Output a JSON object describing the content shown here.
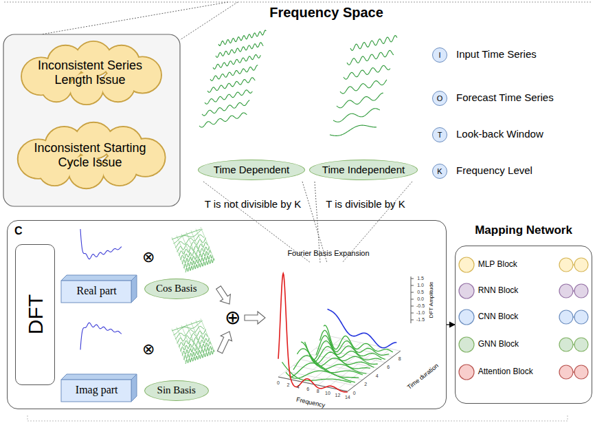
{
  "diagram": {
    "title": "Frequency Space",
    "nodes": [
      {
        "text": [
          "Inconsistent Series Length Issue"
        ]
      },
      {
        "text": [
          "Inconsistent Starting Cycle Issue"
        ]
      },
      {
        "text": [
          "Time Dependent"
        ]
      },
      {
        "text": [
          "Time Independent"
        ]
      },
      {
        "text": [
          "I",
          "Input Time Series"
        ]
      },
      {
        "text": [
          "O",
          "Forecast Time Series"
        ]
      },
      {
        "text": [
          "T",
          "Look-back Window"
        ]
      },
      {
        "text": [
          "K",
          "Frequency Level"
        ]
      },
      {
        "text": [
          "C"
        ]
      },
      {
        "text": [
          "DFT"
        ],
        "in": 8
      },
      {
        "text": [
          "Real part"
        ],
        "in": 8
      },
      {
        "text": [
          "Cos Basis"
        ],
        "in": 8
      },
      {
        "text": [
          "Imag part"
        ],
        "in": 8
      },
      {
        "text": [
          "Sin Basis"
        ],
        "in": 8
      },
      {
        "text": [
          "Mapping Network"
        ]
      },
      {
        "text": [
          "MLP Block"
        ],
        "in": 14
      },
      {
        "text": [
          "RNN Block"
        ],
        "in": 14
      },
      {
        "text": [
          "CNN Block"
        ],
        "in": 14
      },
      {
        "text": [
          "GNN Block"
        ],
        "in": 14
      },
      {
        "text": [
          "Attention Block"
        ],
        "in": 14
      }
    ],
    "edges": [
      {
        "from": 8,
        "to": 14,
        "arrow": "to"
      }
    ],
    "labels": [
      "T is not divisible by K",
      "T is divisible by K",
      "⊗",
      "⊗",
      "⊕",
      "Fourier Basis Expansion",
      "Frequency",
      "Time duration",
      "DFT Amplitude",
      "0",
      "2",
      "4",
      "6",
      "8",
      "10",
      "12",
      "14",
      "1.5",
      "1.0",
      "0.5",
      "0.0",
      "-0.5",
      "-1.0",
      "-1.5",
      "0",
      "2",
      "4",
      "6",
      "8"
    ]
  }
}
